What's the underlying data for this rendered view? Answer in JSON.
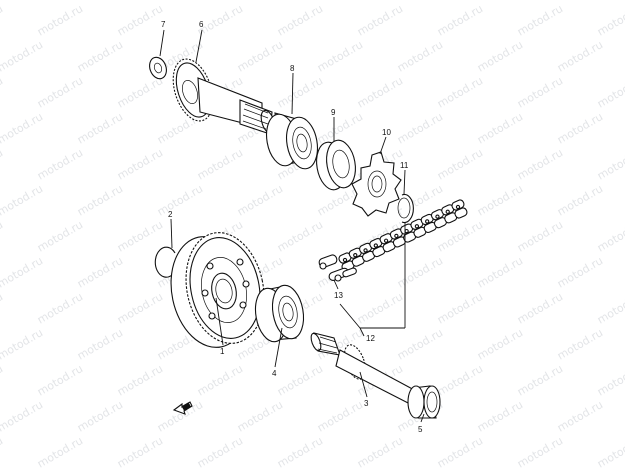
{
  "watermark": "motod.ru",
  "callouts": [
    "1",
    "2",
    "3",
    "4",
    "5",
    "6",
    "7",
    "8",
    "9",
    "10",
    "11",
    "12",
    "13"
  ],
  "colors": {
    "line": "#111111",
    "watermark": "#9aa0aa",
    "background": "#ffffff"
  },
  "icons": {
    "front_arrow": "direction-arrow-icon"
  }
}
